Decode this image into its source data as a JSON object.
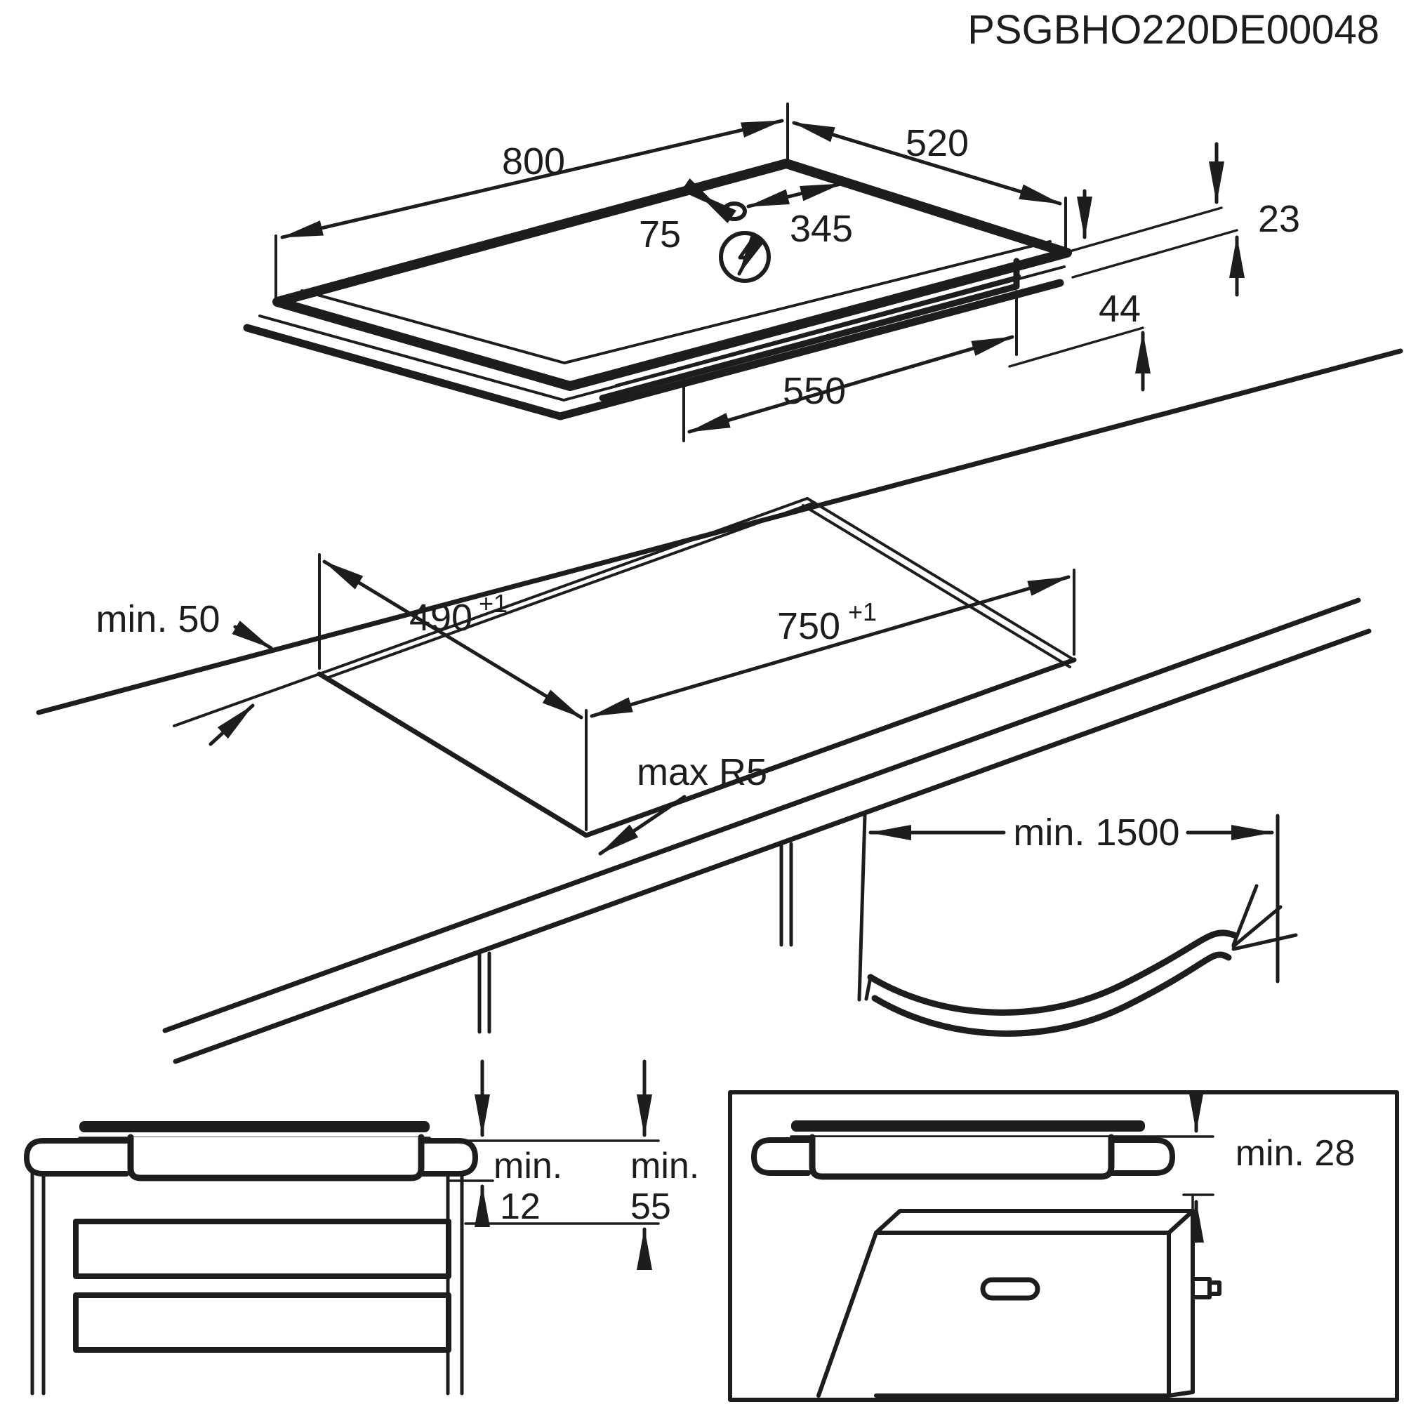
{
  "title": "PSGBHO220DE00048",
  "colors": {
    "ink": "#1d1d1b",
    "background": "#ffffff"
  },
  "hob_view": {
    "dim_width": "800",
    "dim_depth": "520",
    "dim_cable_offset": "75",
    "dim_cable_to_edge": "345",
    "dim_glass_height": "23",
    "dim_body_height": "44",
    "dim_body_width": "550",
    "power_symbol": "lightning-in-circle"
  },
  "cutout_view": {
    "edge_clearance": "min. 50",
    "depth": "490",
    "depth_tolerance": "+1",
    "width": "750",
    "width_tolerance": "+1",
    "corner_radius": "max R5"
  },
  "cable_view": {
    "length": "min. 1500"
  },
  "side_view": {
    "min_word_left": "min.",
    "gap_drawer": "12",
    "min_word_right": "min.",
    "gap_worktop": "55"
  },
  "oven_view": {
    "clearance": "min. 28"
  }
}
